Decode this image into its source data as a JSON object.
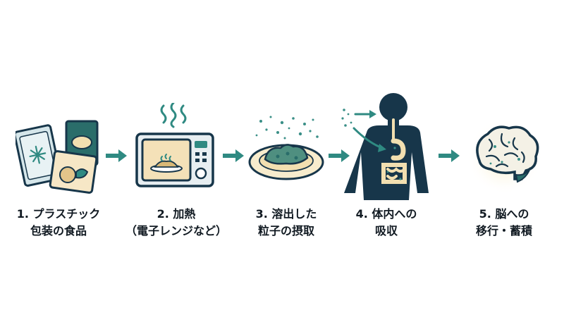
{
  "steps": [
    {
      "icon": "plastic-packaged-food-icon",
      "line1": "1. プラスチック",
      "line2": "包装の食品"
    },
    {
      "icon": "microwave-icon",
      "line1": "2. 加熱",
      "line2": "（電子レンジなど）"
    },
    {
      "icon": "food-plate-particles-icon",
      "line1": "3. 溶出した",
      "line2": "粒子の摂取"
    },
    {
      "icon": "human-body-digestive-icon",
      "line1": "4. 体内への",
      "line2": "吸収"
    },
    {
      "icon": "brain-icon",
      "line1": "5. 脳への",
      "line2": "移行・蓄積"
    }
  ],
  "colors": {
    "teal": "#2f8a82",
    "navy": "#17364a",
    "cream": "#f7eccd",
    "particle": "#3a8f87"
  }
}
